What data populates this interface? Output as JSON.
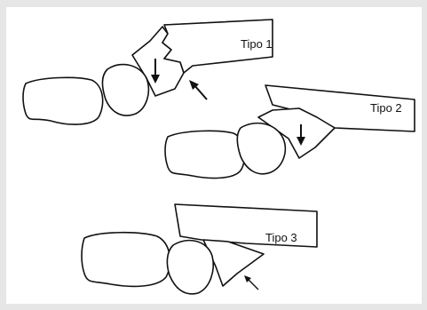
{
  "labels": {
    "tipo1": "Tipo 1",
    "tipo2": "Tipo 2",
    "tipo3": "Tipo 3"
  },
  "colors": {
    "background": "#e6e6e6",
    "panel": "#ffffff",
    "ink": "#111111"
  },
  "icons": [
    "arrow-icon"
  ]
}
